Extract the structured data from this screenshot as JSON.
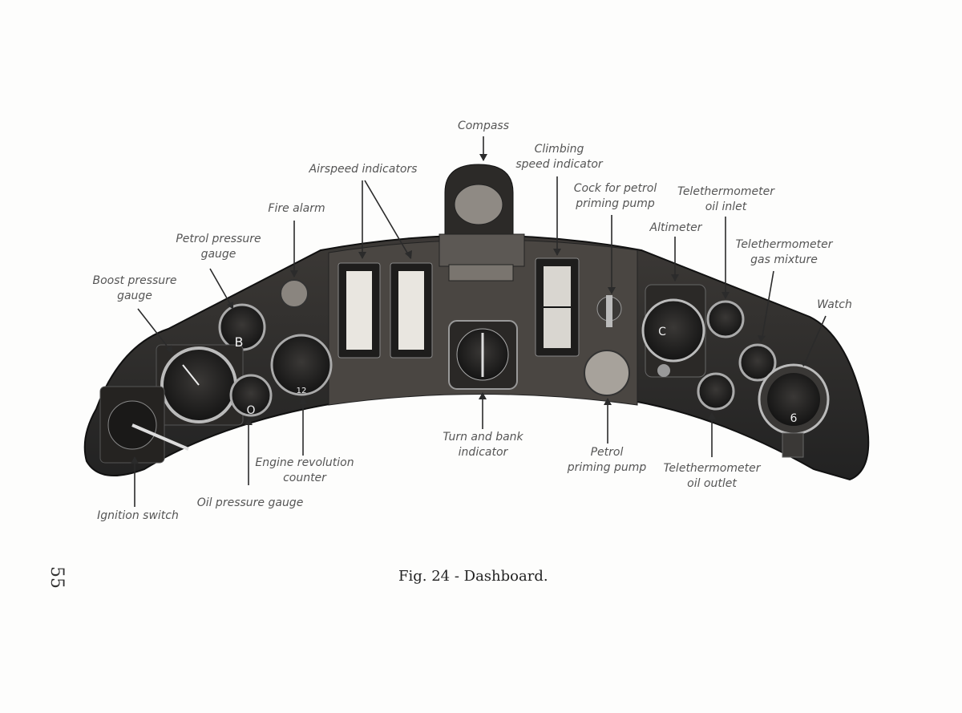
{
  "labels": {
    "compass": "Compass",
    "airspeed_indicators": "Airspeed indicators",
    "climbing_speed_1": "Climbing",
    "climbing_speed_2": "speed indicator",
    "cock_petrol_1": "Cock for petrol",
    "cock_petrol_2": "priming pump",
    "fire_alarm": "Fire alarm",
    "petrol_pressure_1": "Petrol pressure",
    "petrol_pressure_2": "gauge",
    "boost_pressure_1": "Boost pressure",
    "boost_pressure_2": "gauge",
    "altimeter": "Altimeter",
    "telethermo_oil_inlet_1": "Telethermometer",
    "telethermo_oil_inlet_2": "oil inlet",
    "telethermo_gas_1": "Telethermometer",
    "telethermo_gas_2": "gas mixture",
    "watch": "Watch",
    "engine_rev_1": "Engine revolution",
    "engine_rev_2": "counter",
    "oil_pressure": "Oil pressure gauge",
    "ignition_switch": "Ignition switch",
    "turn_bank_1": "Turn and bank",
    "turn_bank_2": "indicator",
    "petrol_priming_1": "Petrol",
    "petrol_priming_2": "priming pump",
    "telethermo_oil_outlet_1": "Telethermometer",
    "telethermo_oil_outlet_2": "oil outlet"
  },
  "caption": "Fig. 24 - Dashboard.",
  "page_number": "55",
  "gauge_marks": {
    "boost_mark": "B",
    "oil_mark": "O",
    "rev_mark": "12",
    "watch_mark": "6",
    "altimeter_mark": "C"
  },
  "colors": {
    "panel": "#2a2826",
    "panel_light": "#4a4642",
    "bezel": "#9a9590",
    "dial": "#1a1918",
    "line": "#2b2b2b"
  }
}
